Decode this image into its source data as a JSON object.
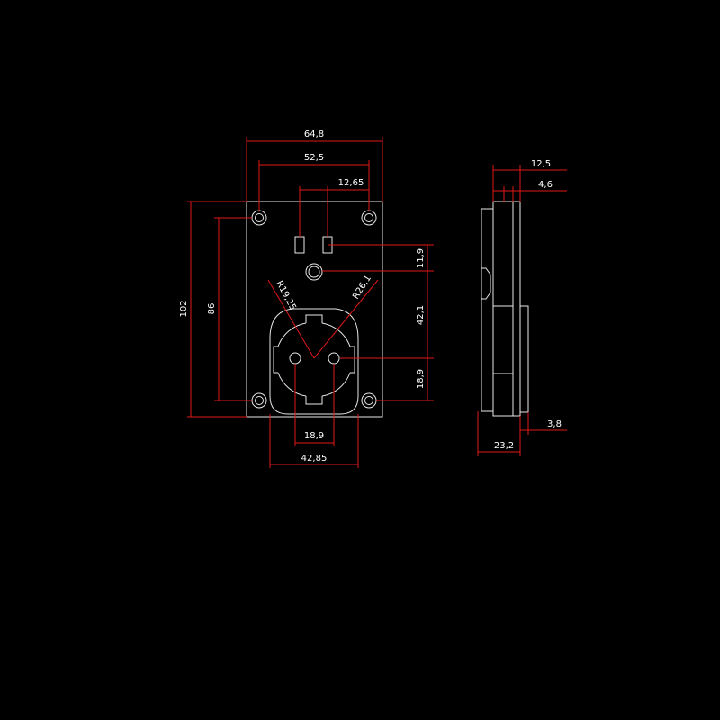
{
  "drawing": {
    "background": "#000000",
    "outline_color": "#e8e8e8",
    "dimension_color": "#e01818",
    "text_color": "#ffffff"
  },
  "dimensions": {
    "overall_width": "64,8",
    "hole_spacing_x": "52,5",
    "switch_spacing": "12,65",
    "overall_height": "102",
    "hole_spacing_y": "86",
    "radius_inner": "R19,25",
    "radius_outer": "R26,1",
    "switch_offset": "11,9",
    "socket_offset": "42,1",
    "socket_to_hole": "18,9",
    "pin_spacing": "18,9",
    "socket_width": "42,85",
    "side_depth_top": "12,5",
    "side_plate": "4,6",
    "side_total_depth": "23,2",
    "side_cover": "3,8"
  }
}
